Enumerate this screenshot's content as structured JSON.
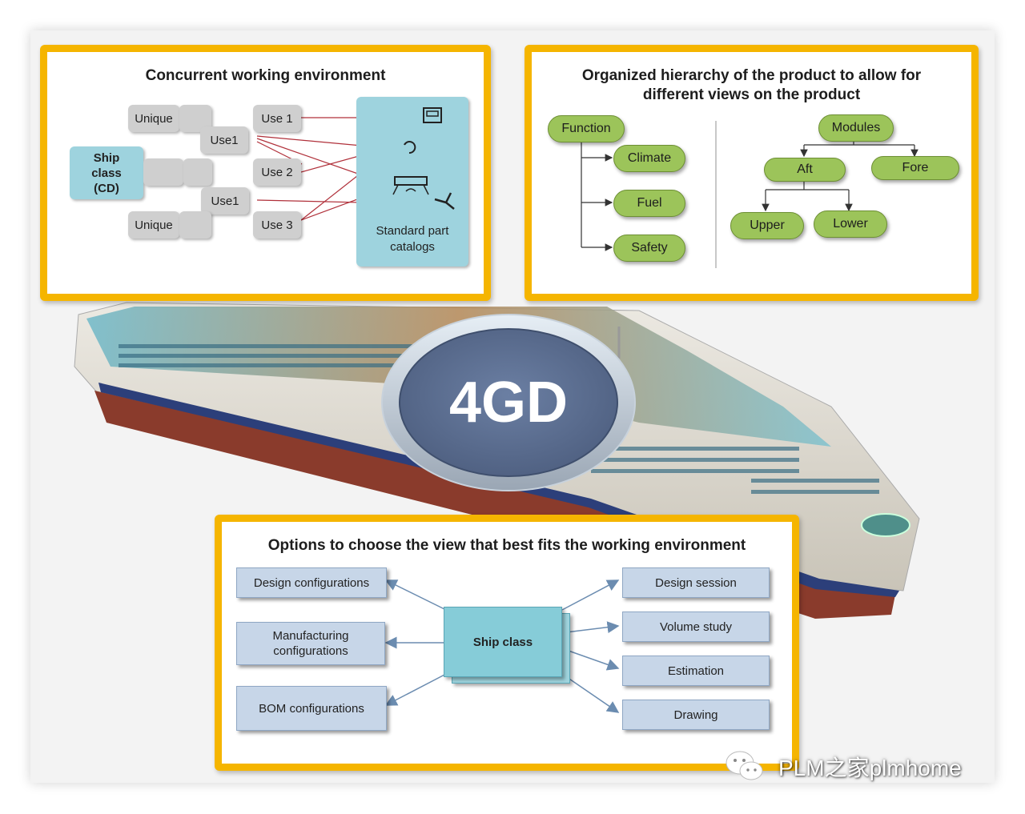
{
  "panel_concurrent": {
    "title": "Concurrent working environment",
    "unique_top": "Unique",
    "unique_bottom": "Unique",
    "use1_top": "Use1",
    "use1_bottom": "Use1",
    "ship_class": "Ship class (CD)",
    "use_1": "Use 1",
    "use_2": "Use 2",
    "use_3": "Use 3",
    "catalog": "Standard part catalogs"
  },
  "panel_hierarchy": {
    "title_line1": "Organized hierarchy of the product to allow for",
    "title_line2": "different views on the product",
    "function": "Function",
    "climate": "Climate",
    "fuel": "Fuel",
    "safety": "Safety",
    "modules": "Modules",
    "aft": "Aft",
    "fore": "Fore",
    "upper": "Upper",
    "lower": "Lower"
  },
  "center_badge": {
    "label": "4GD"
  },
  "panel_options": {
    "title": "Options to choose the view that best fits the working environment",
    "hub": "Ship class",
    "left": [
      "Design configurations",
      "Manufacturing configurations",
      "BOM configurations"
    ],
    "right": [
      "Design session",
      "Volume study",
      "Estimation",
      "Drawing"
    ]
  },
  "watermark": {
    "text": "PLM之家plmhome"
  },
  "colors": {
    "panel_border": "#f5b500",
    "green_node": "#9cc45a",
    "blue_node": "#9ed3de",
    "option_box": "#c7d6e8",
    "badge": "#5f7294",
    "link_line": "#b0303a"
  }
}
